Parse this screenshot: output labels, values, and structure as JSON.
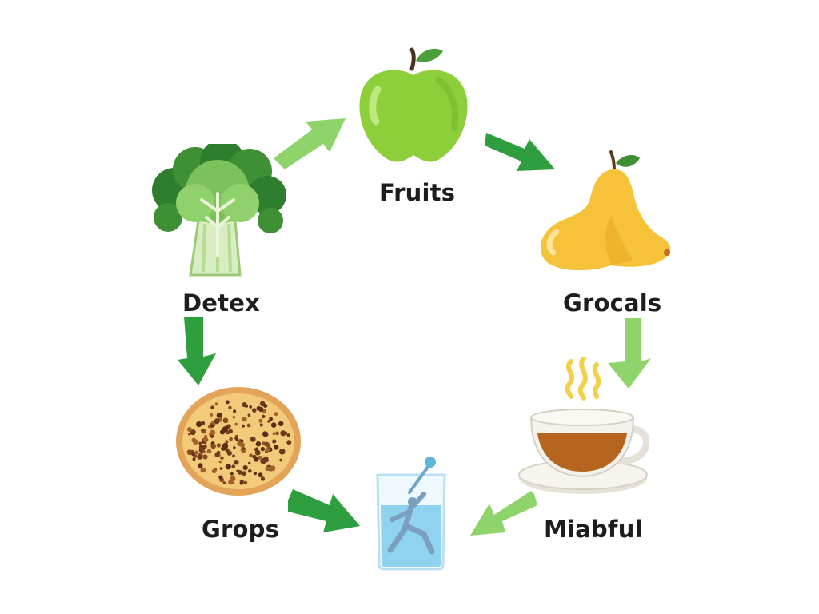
{
  "diagram": {
    "nodes": [
      {
        "id": "fruits",
        "label": "Fruits",
        "icon": "green-apple-icon"
      },
      {
        "id": "grocals",
        "label": "Grocals",
        "icon": "yellow-pear-icon"
      },
      {
        "id": "miabful",
        "label": "Miabful",
        "icon": "tea-cup-icon"
      },
      {
        "id": "water",
        "label": "",
        "icon": "water-glass-figure-icon"
      },
      {
        "id": "grops",
        "label": "Grops",
        "icon": "seeded-cracker-icon"
      },
      {
        "id": "detex",
        "label": "Detex",
        "icon": "broccoli-icon"
      }
    ],
    "edges": [
      {
        "from": "detex",
        "to": "fruits"
      },
      {
        "from": "fruits",
        "to": "grocals"
      },
      {
        "from": "grocals",
        "to": "miabful"
      },
      {
        "from": "miabful",
        "to": "water"
      },
      {
        "from": "grops",
        "to": "water"
      },
      {
        "from": "detex",
        "to": "grops"
      }
    ],
    "colors": {
      "arrow_dark": "#2e9e3e",
      "arrow_light": "#8fd46a",
      "apple": "#8ccf3a",
      "pear": "#f5c23a",
      "tea": "#b5651d",
      "broccoli": "#3f8f35",
      "cracker": "#f3c97a",
      "water": "#8fd3f0"
    }
  }
}
